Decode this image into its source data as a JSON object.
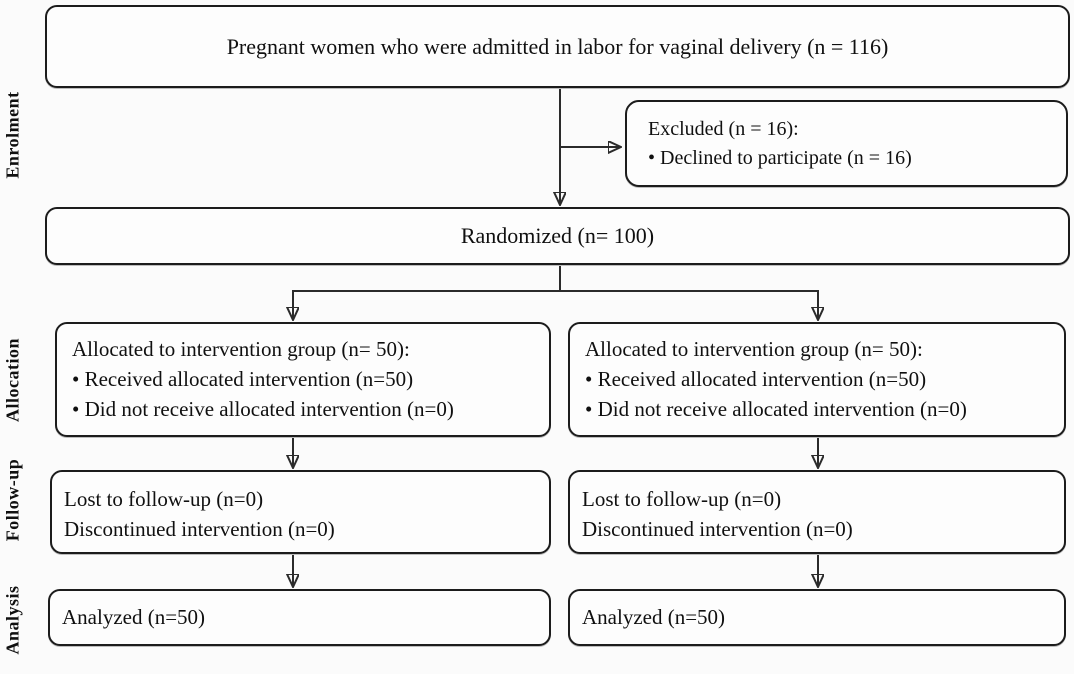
{
  "stage_labels": {
    "enrolment": "Enrolment",
    "allocation": "Allocation",
    "followup": "Follow-up",
    "analysis": "Analysis"
  },
  "boxes": {
    "eligible": {
      "text": "Pregnant women who were admitted in labor for vaginal delivery (n = 116)"
    },
    "excluded": {
      "title": "Excluded (n = 16):",
      "bullets": [
        "• Declined to participate (n = 16)"
      ]
    },
    "randomized": {
      "text": "Randomized (n= 100)"
    },
    "alloc_left": {
      "title": "Allocated to intervention group (n= 50):",
      "bullets": [
        "• Received allocated intervention (n=50)",
        "• Did not receive allocated intervention (n=0)"
      ]
    },
    "alloc_right": {
      "title": "Allocated to intervention group (n= 50):",
      "bullets": [
        "• Received allocated intervention (n=50)",
        "• Did not receive allocated intervention (n=0)"
      ]
    },
    "followup_left": {
      "lines": [
        "Lost to follow-up (n=0)",
        "Discontinued intervention (n=0)"
      ]
    },
    "followup_right": {
      "lines": [
        "Lost to follow-up (n=0)",
        "Discontinued intervention (n=0)"
      ]
    },
    "analyzed_left": {
      "text": "Analyzed (n=50)"
    },
    "analyzed_right": {
      "text": "Analyzed (n=50)"
    }
  },
  "colors": {
    "background": "#fbfbfb",
    "box_fill": "#fdfdfd",
    "border": "#1c1c1c",
    "text": "#101010",
    "connector": "#2b2b2b"
  }
}
